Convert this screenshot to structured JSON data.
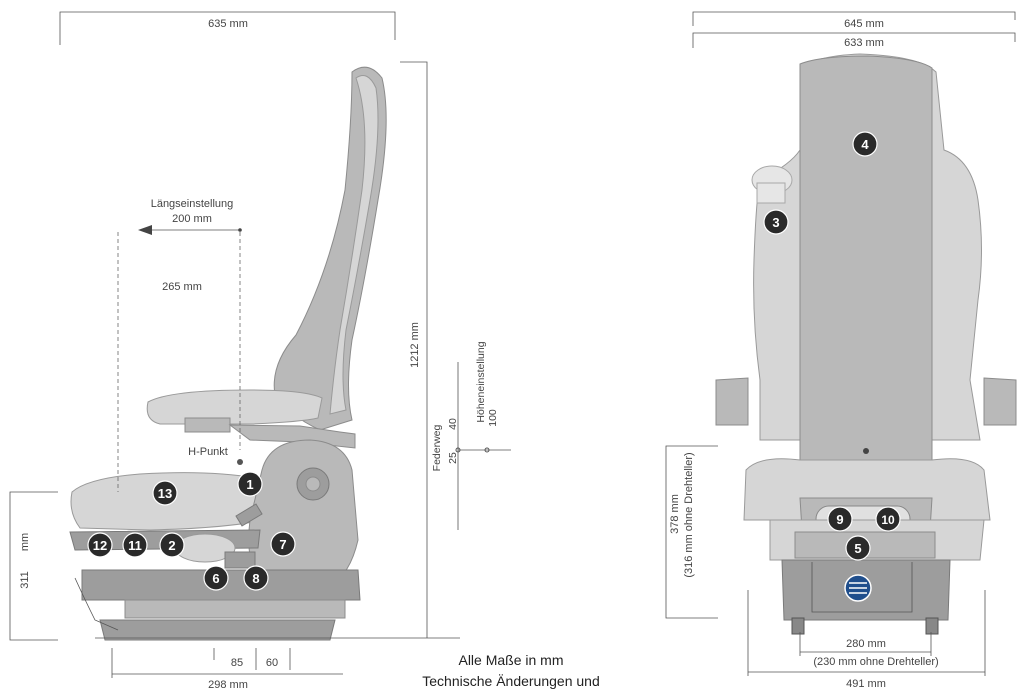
{
  "side_view": {
    "top_width": "635 mm",
    "height_total": "1212 mm",
    "length_adjust_label": "Längseinstellung",
    "length_adjust_value": "200 mm",
    "dim_265": "265 mm",
    "h_point": "H-Punkt",
    "height_adjust_label": "Höheneinstellung",
    "height_adjust_value": "100",
    "height_adjust_40": "40",
    "spring_label": "Federweg",
    "spring_25": "25",
    "left_height_value": "311",
    "left_height_unit": "mm",
    "bottom_298": "298 mm",
    "bottom_85": "85",
    "bottom_60": "60"
  },
  "front_view": {
    "width_645": "645 mm",
    "width_633": "633 mm",
    "height_378": "378 mm",
    "height_316": "(316 mm ohne Drehteller)",
    "width_280": "280 mm",
    "width_230": "(230 mm ohne Drehteller)",
    "width_491": "491 mm"
  },
  "notes": {
    "line1": "Alle Maße in mm",
    "line2": "Technische Änderungen und"
  },
  "badges": {
    "b1": "1",
    "b2": "2",
    "b3": "3",
    "b4": "4",
    "b5": "5",
    "b6": "6",
    "b7": "7",
    "b8": "8",
    "b9": "9",
    "b10": "10",
    "b11": "11",
    "b12": "12",
    "b13": "13"
  },
  "colors": {
    "badge": "#2a2a2a",
    "swivel_icon": "#1f4e8c",
    "seat_grey": "#b9b9b9"
  }
}
